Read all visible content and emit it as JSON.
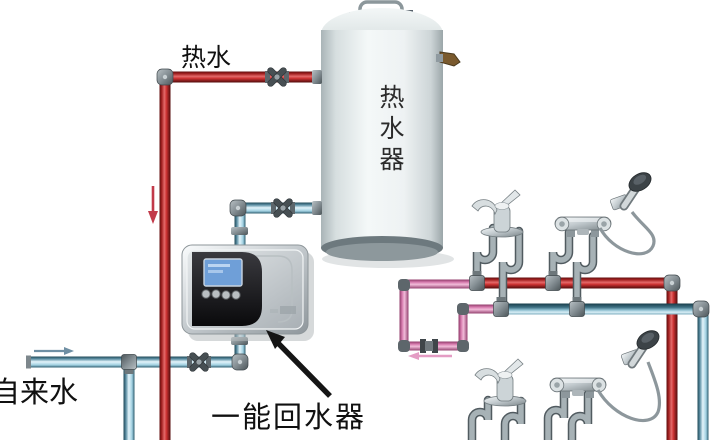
{
  "labels": {
    "hot_water": "热水",
    "water_heater": "热水器",
    "tap_water": "自来水",
    "return_device": "一能回水器"
  },
  "colors": {
    "hot_pipe_red": "#c22727",
    "cold_pipe_light": "#cfe9f4",
    "cold_pipe_dark": "#2f5f70",
    "return_pipe_pink": "#d1639c",
    "fixture_pipe_gray": "#9aa6ab",
    "tank_body": "#e9efef",
    "control_box_chrome": "#c9cfd3",
    "control_panel_black": "#141518",
    "lcd_screen": "#6f9fd8",
    "callout_arrow": "#151515",
    "background": "#ffffff"
  },
  "icons": {
    "hot_flow_arrow": "down",
    "tap_inlet_arrow": "right",
    "return_flow_arrow": "left",
    "valve_handle": "cross"
  }
}
